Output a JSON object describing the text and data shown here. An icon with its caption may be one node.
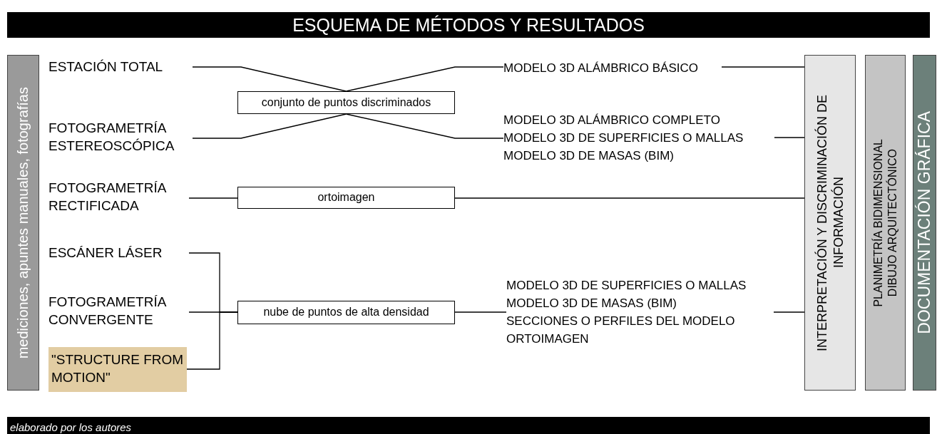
{
  "diagram": {
    "title": "ESQUEMA DE MÉTODOS Y RESULTADOS",
    "caption": "elaborado por los autores",
    "nodes": [
      {
        "text": [
          "mediciones, apuntes manuales, fotografías"
        ]
      },
      {
        "text": [
          "ESTACIÓN TOTAL"
        ]
      },
      {
        "text": [
          "FOTOGRAMETRÍA ESTEREOSCÓPICA"
        ]
      },
      {
        "text": [
          "FOTOGRAMETRÍA RECTIFICADA"
        ]
      },
      {
        "text": [
          "ESCÁNER LÁSER"
        ]
      },
      {
        "text": [
          "FOTOGRAMETRÍA CONVERGENTE"
        ]
      },
      {
        "text": [
          "\"STRUCTURE FROM MOTION\""
        ]
      },
      {
        "text": [
          "conjunto de puntos discriminados"
        ]
      },
      {
        "text": [
          "ortoimagen"
        ]
      },
      {
        "text": [
          "nube de puntos de alta densidad"
        ]
      },
      {
        "text": [
          "MODELO 3D ALÁMBRICO BÁSICO"
        ]
      },
      {
        "text": [
          "MODELO 3D ALÁMBRICO COMPLETO",
          "MODELO 3D DE SUPERFICIES O MALLAS",
          "MODELO 3D DE MASAS (BIM)"
        ]
      },
      {
        "text": [
          "MODELO 3D DE SUPERFICIES O MALLAS",
          "MODELO 3D DE MASAS (BIM)",
          "SECCIONES O PERFILES DEL MODELO",
          "ORTOIMAGEN"
        ]
      },
      {
        "text": [
          "INTERPRETACIÓN Y DISCRIMINACIÓN DE INFORMACIÓN"
        ]
      },
      {
        "text": [
          "PLANIMETRÍA BIDIMENSIONAL",
          "DIBUJO ARQUITECTÓNICO"
        ]
      },
      {
        "text": [
          "DOCUMENTACIÓN GRÁFICA"
        ]
      }
    ],
    "edges": [
      {
        "from": 1,
        "to": 7,
        "arrow": "none"
      },
      {
        "from": 2,
        "to": 7,
        "arrow": "none"
      },
      {
        "from": 7,
        "to": 10,
        "arrow": "none"
      },
      {
        "from": 7,
        "to": 11,
        "arrow": "none"
      },
      {
        "from": 10,
        "to": 13,
        "arrow": "none"
      },
      {
        "from": 11,
        "to": 13,
        "arrow": "none"
      },
      {
        "from": 3,
        "to": 8,
        "arrow": "none"
      },
      {
        "from": 8,
        "to": 13,
        "arrow": "none"
      },
      {
        "from": 4,
        "to": 9,
        "arrow": "none"
      },
      {
        "from": 5,
        "to": 9,
        "arrow": "none"
      },
      {
        "from": 6,
        "to": 9,
        "arrow": "none"
      },
      {
        "from": 9,
        "to": 12,
        "arrow": "none"
      },
      {
        "from": 12,
        "to": 13,
        "arrow": "none"
      }
    ]
  }
}
